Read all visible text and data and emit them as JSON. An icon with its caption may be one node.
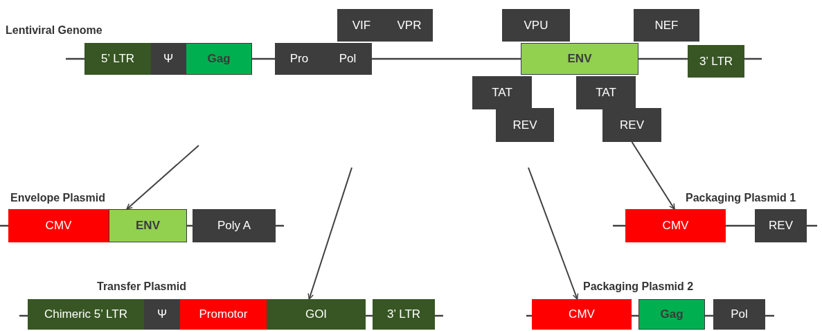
{
  "diagram": {
    "nodes": [
      {
        "text": [
          "VIF"
        ]
      },
      {
        "text": [
          "VPR"
        ]
      },
      {
        "text": [
          "VPU"
        ]
      },
      {
        "text": [
          "NEF"
        ]
      },
      {
        "text": [
          "5’ LTR"
        ]
      },
      {
        "text": [
          "Ψ"
        ]
      },
      {
        "text": [
          "Gag"
        ]
      },
      {
        "text": [
          "Pro"
        ]
      },
      {
        "text": [
          "Pol"
        ]
      },
      {
        "text": [
          "ENV"
        ]
      },
      {
        "text": [
          "3’ LTR"
        ]
      },
      {
        "text": [
          "TAT"
        ]
      },
      {
        "text": [
          "TAT"
        ]
      },
      {
        "text": [
          "REV"
        ]
      },
      {
        "text": [
          "REV"
        ]
      },
      {
        "text": [
          "Envelope Plasmid"
        ]
      },
      {
        "text": [
          "CMV"
        ]
      },
      {
        "text": [
          "ENV"
        ]
      },
      {
        "text": [
          "Poly A"
        ]
      },
      {
        "text": [
          "Packaging Plasmid 1"
        ]
      },
      {
        "text": [
          "CMV"
        ]
      },
      {
        "text": [
          "REV"
        ]
      },
      {
        "text": [
          "Transfer Plasmid"
        ]
      },
      {
        "text": [
          "Chimeric 5’ LTR"
        ]
      },
      {
        "text": [
          "Ψ"
        ]
      },
      {
        "text": [
          "Promotor"
        ]
      },
      {
        "text": [
          "GOI"
        ]
      },
      {
        "text": [
          "3’ LTR"
        ]
      },
      {
        "text": [
          "Packaging Plasmid 2"
        ]
      },
      {
        "text": [
          "CMV"
        ]
      },
      {
        "text": [
          "Gag"
        ]
      },
      {
        "text": [
          "Pol"
        ]
      }
    ],
    "edges": [
      {
        "from": null,
        "to": 17,
        "arrow": "to"
      },
      {
        "from": null,
        "to": 26,
        "arrow": "to"
      },
      {
        "from": null,
        "to": 29,
        "arrow": "to"
      },
      {
        "from": 14,
        "to": 20,
        "arrow": "to"
      }
    ],
    "title": "Lentiviral Genome"
  }
}
